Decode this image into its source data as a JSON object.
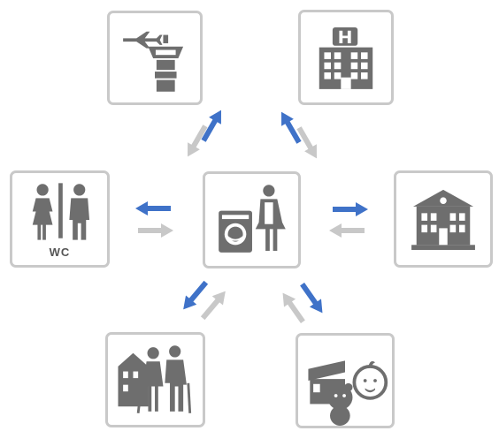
{
  "nodes": {
    "center": {
      "name": "laundry-service"
    },
    "airport": {
      "name": "airport"
    },
    "hospital": {
      "name": "hospital"
    },
    "restroom": {
      "name": "restroom",
      "label": "WC"
    },
    "hotel": {
      "name": "hotel"
    },
    "elderly_care": {
      "name": "elderly-care-home"
    },
    "kindergarten": {
      "name": "kindergarten"
    }
  },
  "colors": {
    "outgoing_arrow": "#3f72c8",
    "incoming_arrow": "#c8c8c8",
    "icon": "#6e6e6e",
    "box_border": "#c9c9c9"
  }
}
